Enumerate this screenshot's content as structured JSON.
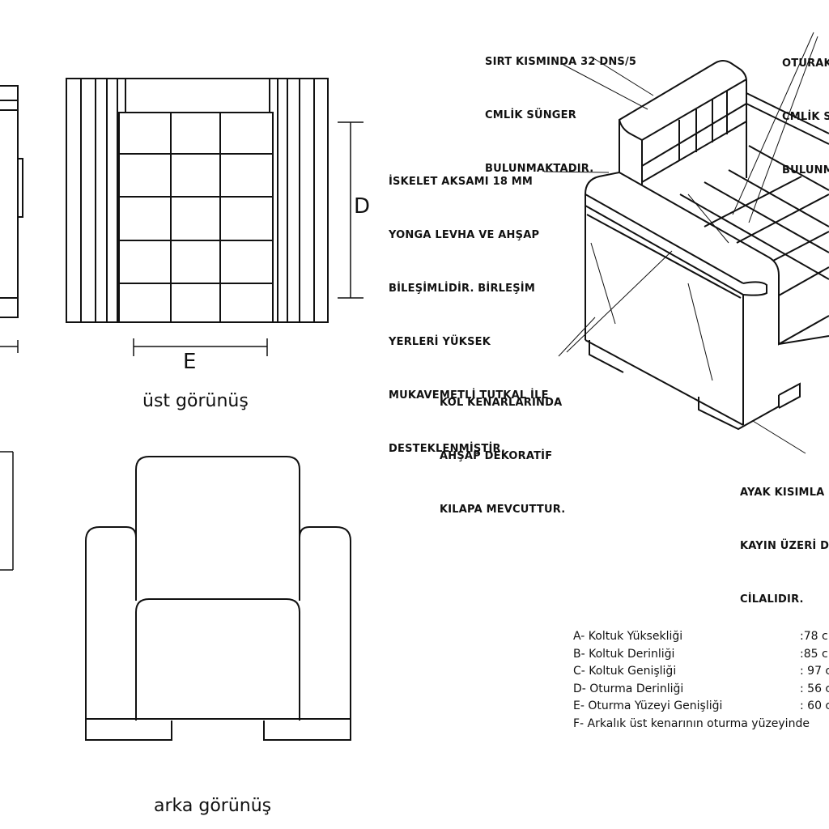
{
  "dimension_labels": {
    "D": "D",
    "E": "E"
  },
  "captions": {
    "top_view": "üst görünüş",
    "back_view": "arka görünüş"
  },
  "notes": {
    "back_foam": [
      "SIRT KISMINDA 32 DNS/5",
      "CMLİK SÜNGER",
      "BULUNMAKTADIR."
    ],
    "seat_foam": [
      "OTURAK",
      "CMLİK S",
      "BULUNM"
    ],
    "skeleton": [
      "İSKELET AKSAMI 18 MM",
      "YONGA LEVHA VE AHŞAP",
      "BİLEŞİMLİDİR. BİRLEŞİM",
      "YERLERİ YÜKSEK",
      "MUKAVEMETLİ TUTKAL İLE",
      "DESTEKLENMİŞTİR."
    ],
    "arm_edge": [
      "KOL KENARLARINDA",
      "AHŞAP DEKORATİF",
      "KILAPA MEVCUTTUR."
    ],
    "feet": [
      "AYAK KISIMLA",
      "KAYIN ÜZERİ D",
      "CİLALIDIR."
    ]
  },
  "legend": [
    {
      "label": "A- Koltuk Yüksekliği",
      "value": ":78 c"
    },
    {
      "label": "B- Koltuk Derinliği",
      "value": ":85 c"
    },
    {
      "label": "C- Koltuk Genişliği",
      "value": ": 97 c"
    },
    {
      "label": "D- Oturma Derinliği",
      "value": ": 56 c"
    },
    {
      "label": "E- Oturma Yüzeyi Genişliği",
      "value": ": 60 c"
    },
    {
      "label": "F- Arkalık üst kenarının oturma yüzeyinde",
      "value": ""
    }
  ]
}
